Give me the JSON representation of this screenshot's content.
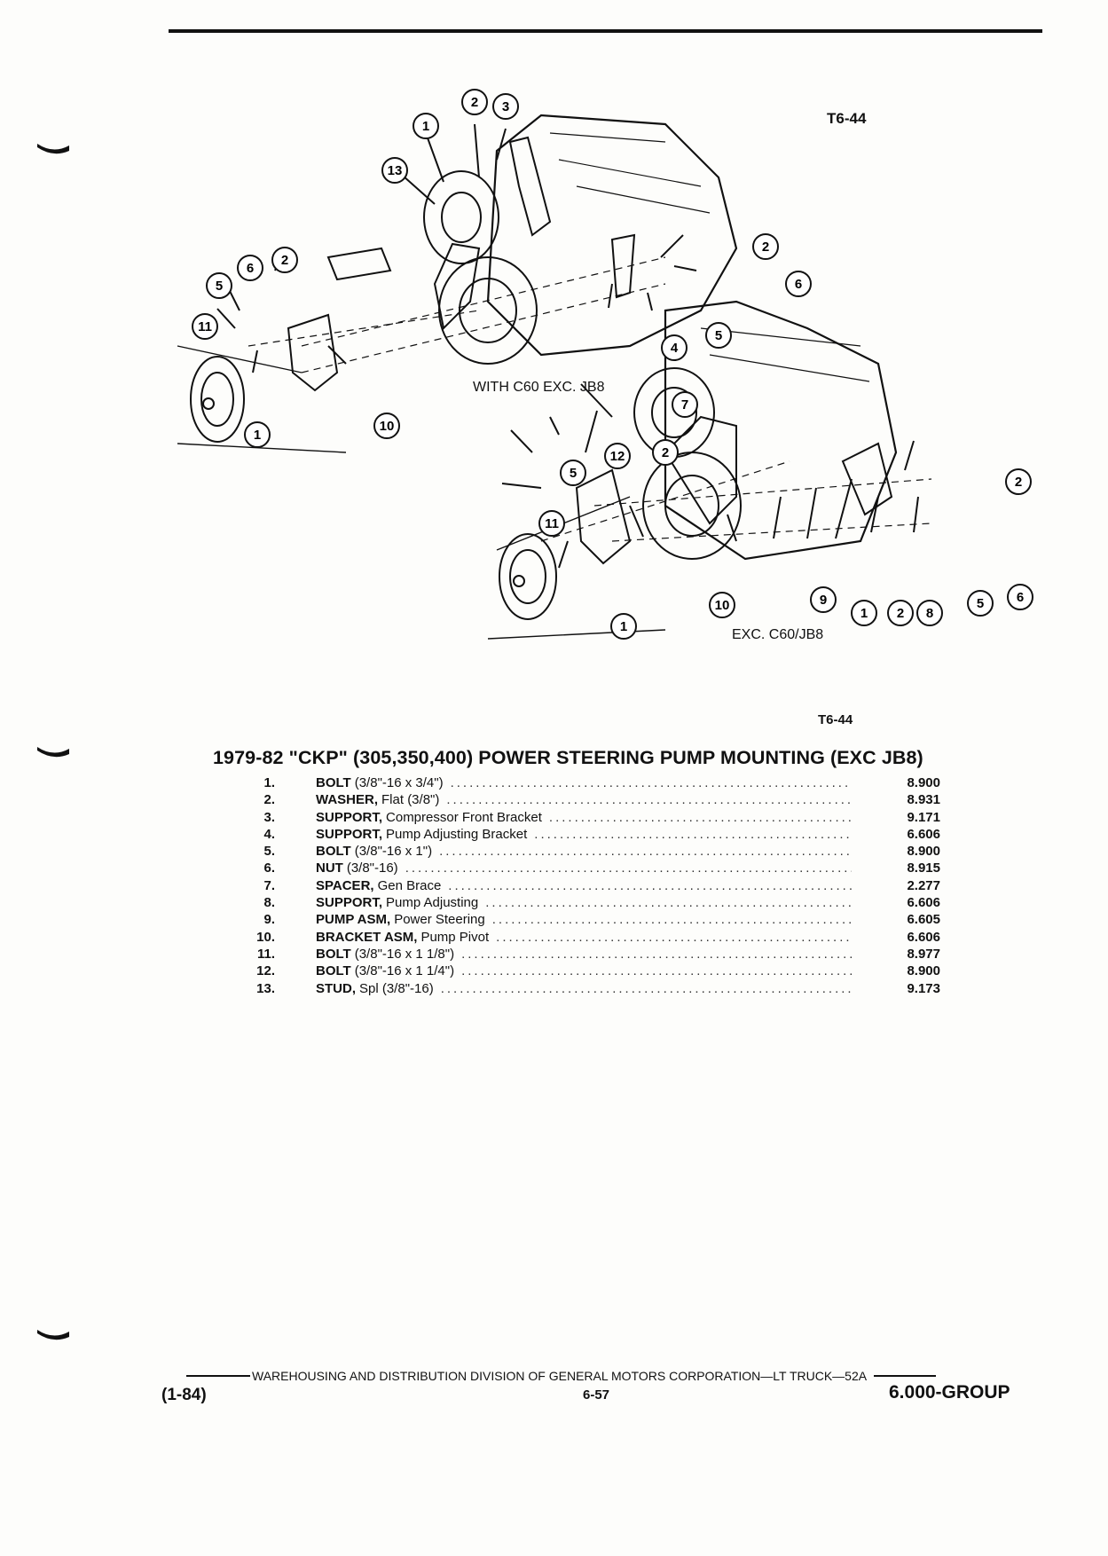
{
  "header": {
    "figure_code_top": "T6-44",
    "figure_code_bottom": "T6-44"
  },
  "illustration": {
    "caption_upper": "WITH C60 EXC. JB8",
    "caption_lower": "EXC. C60/JB8",
    "callouts_upper": [
      "1",
      "2",
      "3",
      "13",
      "6",
      "2",
      "5",
      "11",
      "1",
      "10",
      "2",
      "6",
      "4",
      "5"
    ],
    "callouts_lower": [
      "7",
      "12",
      "2",
      "5",
      "11",
      "1",
      "10",
      "9",
      "1",
      "2",
      "8",
      "5",
      "6",
      "2"
    ]
  },
  "title": "1979-82 \"CKP\" (305,350,400) POWER STEERING PUMP MOUNTING (EXC JB8)",
  "parts": [
    {
      "no": "1.",
      "name": "BOLT",
      "desc": "(3/8\"-16 x 3/4\")",
      "group": "8.900"
    },
    {
      "no": "2.",
      "name": "WASHER,",
      "desc": "Flat (3/8\")",
      "group": "8.931"
    },
    {
      "no": "3.",
      "name": "SUPPORT,",
      "desc": "Compressor Front Bracket",
      "group": "9.171"
    },
    {
      "no": "4.",
      "name": "SUPPORT,",
      "desc": "Pump Adjusting Bracket",
      "group": "6.606"
    },
    {
      "no": "5.",
      "name": "BOLT",
      "desc": "(3/8\"-16 x 1\")",
      "group": "8.900"
    },
    {
      "no": "6.",
      "name": "NUT",
      "desc": "(3/8\"-16)",
      "group": "8.915"
    },
    {
      "no": "7.",
      "name": "SPACER,",
      "desc": "Gen Brace",
      "group": "2.277"
    },
    {
      "no": "8.",
      "name": "SUPPORT,",
      "desc": "Pump Adjusting",
      "group": "6.606"
    },
    {
      "no": "9.",
      "name": "PUMP ASM,",
      "desc": "Power Steering",
      "group": "6.605"
    },
    {
      "no": "10.",
      "name": "BRACKET ASM,",
      "desc": "Pump Pivot",
      "group": "6.606"
    },
    {
      "no": "11.",
      "name": "BOLT",
      "desc": "(3/8\"-16 x 1 1/8\")",
      "group": "8.977"
    },
    {
      "no": "12.",
      "name": "BOLT",
      "desc": "(3/8\"-16 x 1 1/4\")",
      "group": "8.900"
    },
    {
      "no": "13.",
      "name": "STUD,",
      "desc": "Spl (3/8\"-16)",
      "group": "9.173"
    }
  ],
  "footer": {
    "division_line": "WAREHOUSING AND DISTRIBUTION  DIVISION OF GENERAL MOTORS CORPORATION—LT TRUCK—52A",
    "date_code": "(1-84)",
    "page_number": "6-57",
    "group": "6.000-GROUP"
  }
}
